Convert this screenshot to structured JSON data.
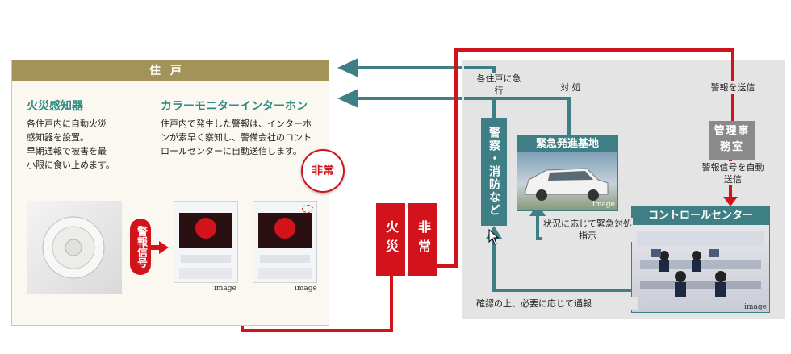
{
  "residence": {
    "header": "住戸",
    "fire_detector": {
      "title": "火災感知器",
      "lines": [
        "各住戸内に自動火災",
        "感知器を設置。",
        "早期通報で被害を最",
        "小限に食い止めます。"
      ]
    },
    "intercom": {
      "title": "カラーモニターインターホン",
      "lines": [
        "住戸内で発生した警報は、インターホ",
        "ンが素早く察知し、警備会社のコント",
        "ロールセンターに自動送信します。"
      ]
    },
    "alarm_signal_label": "警報信号",
    "emergency_bubble": "非常",
    "image_tag": "image"
  },
  "signals": {
    "fire": "火災",
    "emergency": "非常"
  },
  "right": {
    "police_fire": "警察・消防など",
    "dispatch_base": "緊急発進基地",
    "control_center": "コントロールセンター",
    "management_office": "管理事務室",
    "label_rush": "各住戸に急行",
    "label_respond": "対 処",
    "label_send_alarm": "警報を送信",
    "label_auto_send": "警報信号を自動送信",
    "label_instruction": "状況に応じて緊急対処指示",
    "label_report": "確認の上、必要に応じて通報",
    "image_tag": "image"
  },
  "colors": {
    "teal": "#3e7f85",
    "red": "#d3131c",
    "gold": "#a49358",
    "green_title": "#2e8c82"
  }
}
